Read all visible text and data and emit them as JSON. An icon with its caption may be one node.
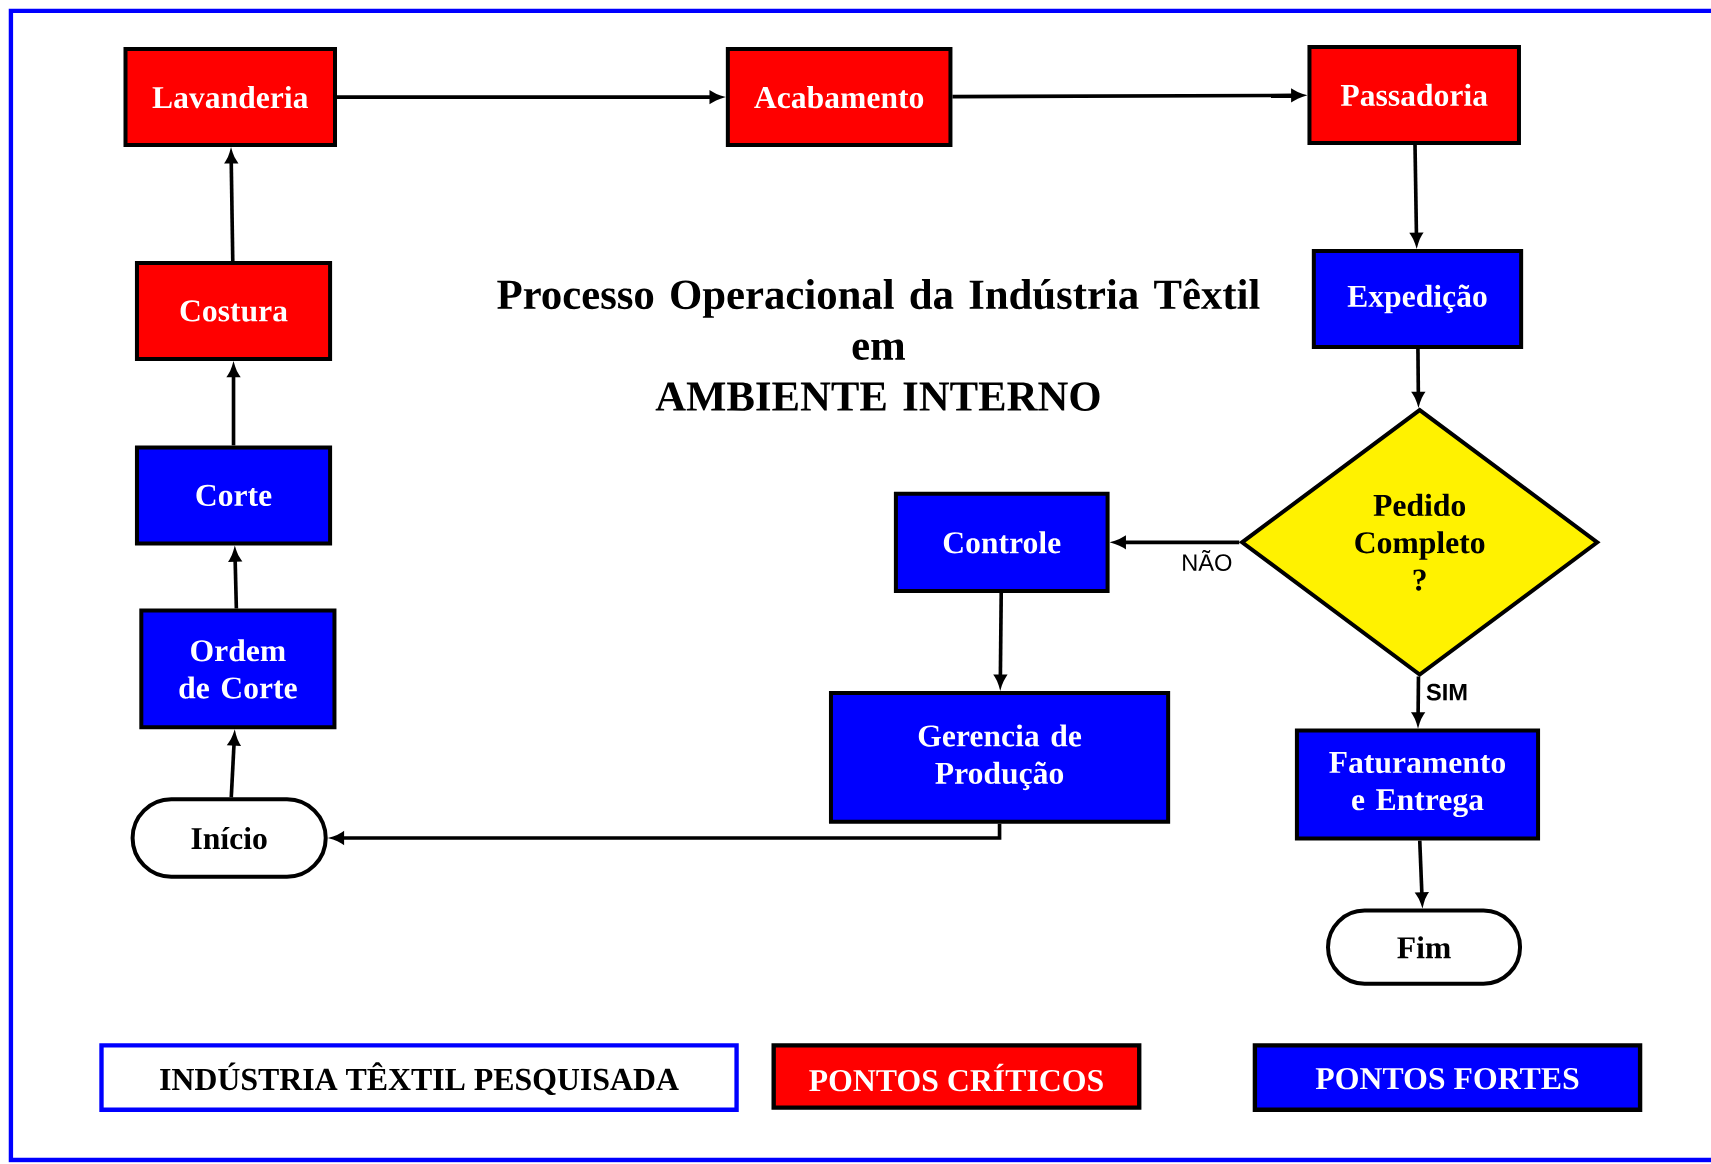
{
  "diagram": {
    "title": "Processo Operacional da Indústria Têxtil em AMBIENTE INTERNO",
    "nodes": [
      {
        "text": [
          "Lavanderia"
        ]
      },
      {
        "text": [
          "Acabamento"
        ]
      },
      {
        "text": [
          "Passadoria"
        ]
      },
      {
        "text": [
          "Costura"
        ]
      },
      {
        "text": [
          "Corte"
        ]
      },
      {
        "text": [
          "Expedição"
        ]
      },
      {
        "text": [
          "Pedido Completo ?"
        ]
      },
      {
        "text": [
          "Controle"
        ]
      },
      {
        "text": [
          "Ordem de Corte"
        ]
      },
      {
        "text": [
          "Gerencia de Produção"
        ]
      },
      {
        "text": [
          "Faturamento e Entrega"
        ]
      },
      {
        "text": [
          "Início"
        ]
      },
      {
        "text": [
          "Fim"
        ]
      }
    ],
    "edges": [
      {
        "from": 8,
        "to": 4,
        "arrow": "to"
      },
      {
        "from": 4,
        "to": 3,
        "arrow": "to"
      },
      {
        "from": 3,
        "to": 0,
        "arrow": "to"
      },
      {
        "from": 0,
        "to": 1,
        "arrow": "to"
      },
      {
        "from": 1,
        "to": 2,
        "arrow": "to"
      },
      {
        "from": 2,
        "to": 5,
        "arrow": "to"
      },
      {
        "from": 5,
        "to": 6,
        "arrow": "to"
      },
      {
        "from": 6,
        "to": 7,
        "arrow": "to",
        "label": "NÃO"
      },
      {
        "from": 6,
        "to": 10,
        "arrow": "to",
        "label": "SIM"
      },
      {
        "from": 7,
        "to": 9,
        "arrow": "to"
      },
      {
        "from": 9,
        "to": 11,
        "arrow": "to"
      },
      {
        "from": 10,
        "to": 12,
        "arrow": "to"
      },
      {
        "from": 11,
        "to": 8,
        "arrow": "to"
      }
    ],
    "legend": [
      {
        "text": "INDÚSTRIA TÊXTIL PESQUISADA"
      },
      {
        "text": "PONTOS CRÍTICOS",
        "color": "#ff0000"
      },
      {
        "text": "PONTOS FORTES",
        "color": "#0000ff"
      }
    ]
  }
}
